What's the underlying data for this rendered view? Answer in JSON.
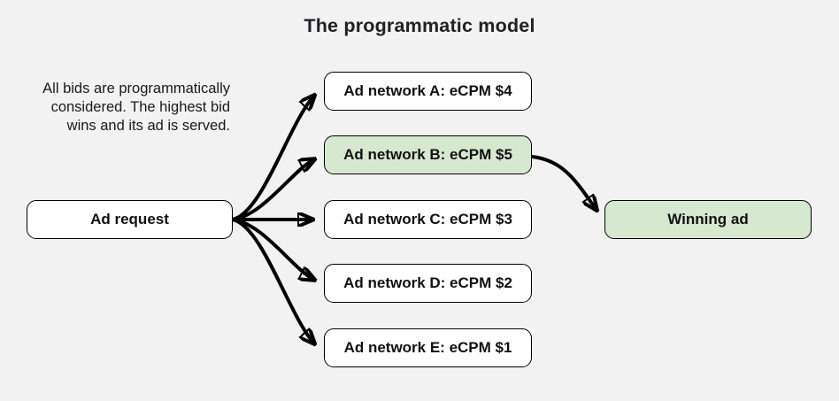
{
  "title": "The programmatic model",
  "note": {
    "lines": [
      "All bids are programmatically",
      "considered. The highest bid",
      "wins and its ad is served."
    ]
  },
  "nodes": {
    "ad_request": {
      "label": "Ad request"
    },
    "networks": [
      {
        "id": "A",
        "label": "Ad network A: eCPM $4",
        "highlight": false
      },
      {
        "id": "B",
        "label": "Ad network B: eCPM $5",
        "highlight": true
      },
      {
        "id": "C",
        "label": "Ad network C: eCPM $3",
        "highlight": false
      },
      {
        "id": "D",
        "label": "Ad network D: eCPM $2",
        "highlight": false
      },
      {
        "id": "E",
        "label": "Ad network E: eCPM $1",
        "highlight": false
      }
    ],
    "winning": {
      "label": "Winning ad"
    }
  },
  "colors": {
    "background": "#f2f2f2",
    "box_fill": "#ffffff",
    "highlight_fill": "#d7e8d1",
    "border": "#000000",
    "text": "#111111",
    "title": "#202124"
  }
}
